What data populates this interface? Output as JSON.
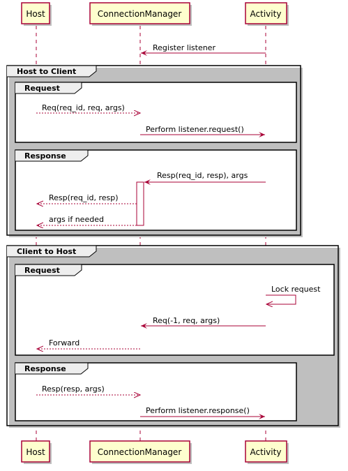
{
  "participants": [
    {
      "id": "host",
      "label": "Host"
    },
    {
      "id": "cm",
      "label": "ConnectionManager"
    },
    {
      "id": "activity",
      "label": "Activity"
    }
  ],
  "colors": {
    "participant_fill": "#FEFECE",
    "participant_border": "#A80036",
    "arrow": "#A80036",
    "frame_border": "#000000",
    "shadow": "#BFBFBF"
  },
  "messages": {
    "register_listener": "Register listener",
    "h2c_req": "Req(req_id, req, args)",
    "h2c_perform_request": "Perform listener.request()",
    "h2c_resp_activity": "Resp(req_id, resp), args",
    "h2c_resp_host": "Resp(req_id, resp)",
    "h2c_args": "args if needed",
    "c2h_lock": "Lock request",
    "c2h_req": "Req(-1, req, args)",
    "c2h_forward": "Forward",
    "c2h_resp": "Resp(resp, args)",
    "c2h_perform_response": "Perform listener.response()"
  },
  "frames": {
    "host_to_client": "Host to Client",
    "client_to_host": "Client to Host",
    "request": "Request",
    "response": "Response"
  }
}
